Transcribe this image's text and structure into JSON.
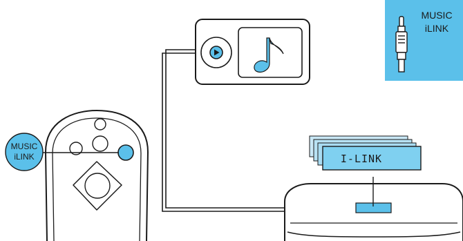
{
  "callout": {
    "line1": "MUSIC",
    "line2": "iLINK"
  },
  "remote_callout": {
    "line1": "MUSIC",
    "line2": "iLINK"
  },
  "display": {
    "text": "I-LINK"
  },
  "icons": {
    "callout_icon": "audio-jack-icon",
    "player_icon": "music-note-icon",
    "play_icon": "play-icon"
  },
  "colors": {
    "accent": "#5bc0ea",
    "display_front": "#7fd0f0",
    "display_mid": "#a9dcf2",
    "display_back": "#c9e8f6",
    "outline": "#1a1a1a"
  }
}
